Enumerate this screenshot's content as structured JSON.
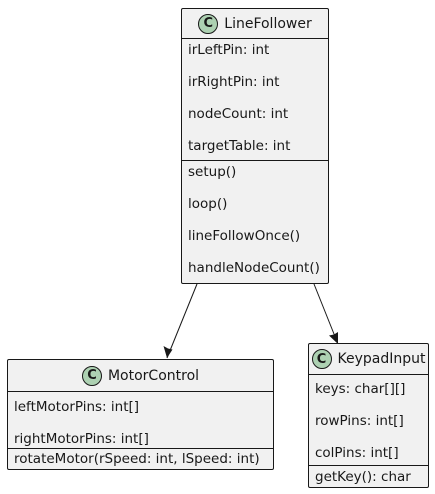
{
  "diagram": {
    "classes": {
      "line_follower": {
        "badge": "C",
        "name": "LineFollower",
        "attributes": [
          "irLeftPin: int",
          "irRightPin: int",
          "nodeCount: int",
          "targetTable: int"
        ],
        "methods": [
          "setup()",
          "loop()",
          "lineFollowOnce()",
          "handleNodeCount()"
        ]
      },
      "motor_control": {
        "badge": "C",
        "name": "MotorControl",
        "attributes": [
          "leftMotorPins: int[]",
          "rightMotorPins: int[]"
        ],
        "methods": [
          "rotateMotor(rSpeed: int, lSpeed: int)"
        ]
      },
      "keypad_input": {
        "badge": "C",
        "name": "KeypadInput",
        "attributes": [
          "keys: char[][]",
          "rowPins: int[]",
          "colPins: int[]"
        ],
        "methods": [
          "getKey(): char"
        ]
      }
    },
    "relations": [
      {
        "from": "LineFollower",
        "to": "MotorControl",
        "kind": "association-arrow"
      },
      {
        "from": "LineFollower",
        "to": "KeypadInput",
        "kind": "association-arrow"
      }
    ],
    "colors": {
      "class_fill": "#f1f1f1",
      "border": "#181818",
      "badge_fill": "#add1b2",
      "text": "#181818"
    }
  }
}
